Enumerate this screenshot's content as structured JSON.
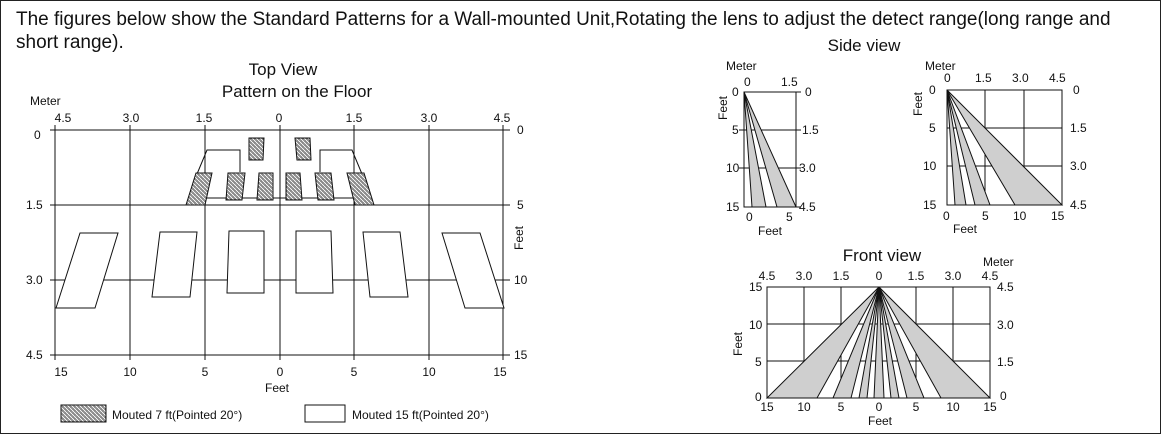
{
  "caption": "The figures below show the Standard Patterns for a Wall-mounted Unit,Rotating the lens to adjust the detect range(long range and short range).",
  "top_view": {
    "title_line1": "Top View",
    "title_line2": "Pattern on the Floor",
    "unit_meter": "Meter",
    "unit_feet_right": "Feet",
    "unit_feet_bottom": "Feet",
    "top_ticks": [
      "4.5",
      "3.0",
      "1.5",
      "0",
      "1.5",
      "3.0",
      "4.5"
    ],
    "bottom_ticks": [
      "15",
      "10",
      "5",
      "0",
      "5",
      "10",
      "15"
    ],
    "left_ticks": [
      "0",
      "1.5",
      "3.0",
      "4.5"
    ],
    "right_ticks": [
      "0",
      "5",
      "10",
      "15"
    ]
  },
  "legend": {
    "hatched_label": "Mouted 7 ft(Pointed 20°)",
    "plain_label": "Mouted 15 ft(Pointed 20°)"
  },
  "side_view": {
    "title": "Side view",
    "unit_meter": "Meter",
    "unit_feet_vertical": "Feet",
    "unit_feet_bottom": "Feet",
    "short": {
      "top_ticks": [
        "0",
        "1.5"
      ],
      "left_ticks": [
        "0",
        "5",
        "10",
        "15"
      ],
      "right_ticks": [
        "0",
        "1.5",
        "3.0",
        "4.5"
      ],
      "bottom_ticks": [
        "0",
        "5"
      ]
    },
    "long": {
      "top_ticks": [
        "0",
        "1.5",
        "3.0",
        "4.5"
      ],
      "left_ticks": [
        "0",
        "5",
        "10",
        "15"
      ],
      "right_ticks": [
        "0",
        "1.5",
        "3.0",
        "4.5"
      ],
      "bottom_ticks": [
        "0",
        "5",
        "10",
        "15"
      ]
    }
  },
  "front_view": {
    "title": "Front view",
    "unit_meter": "Meter",
    "unit_feet_vertical": "Feet",
    "unit_feet_bottom": "Feet",
    "top_ticks": [
      "4.5",
      "3.0",
      "1.5",
      "0",
      "1.5",
      "3.0",
      "4.5"
    ],
    "left_ticks": [
      "15",
      "10",
      "5",
      "0"
    ],
    "right_ticks": [
      "4.5",
      "3.0",
      "1.5",
      "0"
    ],
    "bottom_ticks": [
      "15",
      "10",
      "5",
      "0",
      "5",
      "10",
      "15"
    ]
  },
  "colors": {
    "line": "#111111",
    "beam_fill": "#cfcfcf",
    "hatch": "#555555"
  }
}
